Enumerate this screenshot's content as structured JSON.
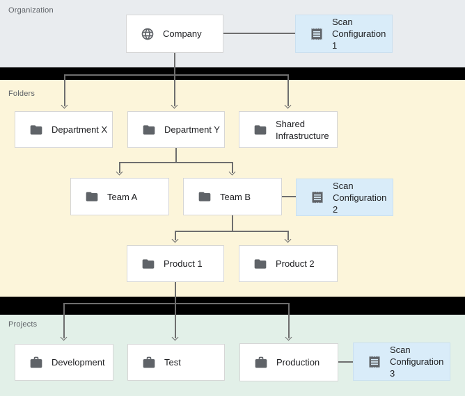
{
  "diagram": {
    "sections": {
      "organization": {
        "label": "Organization"
      },
      "folders": {
        "label": "Folders"
      },
      "projects": {
        "label": "Projects"
      }
    },
    "nodes": {
      "company": {
        "label": "Company",
        "icon": "globe-icon",
        "section": "organization"
      },
      "department_x": {
        "label": "Department X",
        "icon": "folder-icon",
        "section": "folders"
      },
      "department_y": {
        "label": "Department Y",
        "icon": "folder-icon",
        "section": "folders"
      },
      "shared_infrastructure": {
        "label": "Shared Infrastructure",
        "icon": "folder-icon",
        "section": "folders"
      },
      "team_a": {
        "label": "Team A",
        "icon": "folder-icon",
        "section": "folders"
      },
      "team_b": {
        "label": "Team B",
        "icon": "folder-icon",
        "section": "folders"
      },
      "product_1": {
        "label": "Product 1",
        "icon": "folder-icon",
        "section": "folders"
      },
      "product_2": {
        "label": "Product 2",
        "icon": "folder-icon",
        "section": "folders"
      },
      "development": {
        "label": "Development",
        "icon": "briefcase-icon",
        "section": "projects"
      },
      "test": {
        "label": "Test",
        "icon": "briefcase-icon",
        "section": "projects"
      },
      "production": {
        "label": "Production",
        "icon": "briefcase-icon",
        "section": "projects"
      }
    },
    "scan_configs": {
      "scan1": {
        "label": "Scan Configuration 1",
        "icon": "receipt-icon",
        "attached_to": "company"
      },
      "scan2": {
        "label": "Scan Configuration 2",
        "icon": "receipt-icon",
        "attached_to": "team_b"
      },
      "scan3": {
        "label": "Scan Configuration 3",
        "icon": "receipt-icon",
        "attached_to": "production"
      }
    },
    "edges": [
      {
        "from": "company",
        "to": "scan_configuration_1"
      },
      {
        "from": "company",
        "to": "department_x"
      },
      {
        "from": "company",
        "to": "department_y"
      },
      {
        "from": "company",
        "to": "shared_infrastructure"
      },
      {
        "from": "department_y",
        "to": "team_a"
      },
      {
        "from": "department_y",
        "to": "team_b"
      },
      {
        "from": "team_b",
        "to": "scan_configuration_2"
      },
      {
        "from": "team_b",
        "to": "product_1"
      },
      {
        "from": "team_b",
        "to": "product_2"
      },
      {
        "from": "product_1",
        "to": "development"
      },
      {
        "from": "product_1",
        "to": "test"
      },
      {
        "from": "product_1",
        "to": "production"
      },
      {
        "from": "production",
        "to": "scan_configuration_3"
      }
    ]
  },
  "colors": {
    "organization_bg": "#e9ecef",
    "folders_bg": "#fcf5da",
    "projects_bg": "#e2f0e8",
    "divider": "#000000",
    "node_bg": "#ffffff",
    "node_border": "#d6d6d6",
    "scan_bg": "#d9ecf9",
    "scan_border": "#cae0f0",
    "connector": "#6e6e6e",
    "icon": "#5f6368",
    "label_text": "#202124",
    "section_label_text": "#5f6368"
  }
}
